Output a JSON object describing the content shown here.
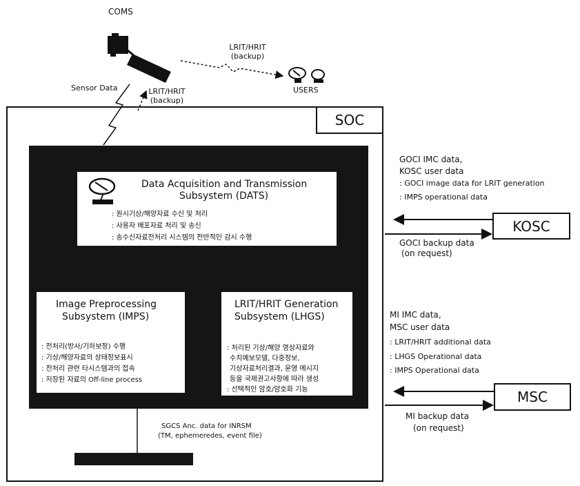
{
  "satellite": {
    "name": "COMS",
    "sensor_label": "Sensor Data",
    "uplink_label": [
      "LRIT/HRIT",
      "(backup)"
    ],
    "downlink_label": [
      "LRIT/HRIT",
      "(backup)"
    ]
  },
  "users_label": "USERS",
  "soc": {
    "label": "SOC"
  },
  "dats": {
    "title_line1": "Data Acquisition and Transmission",
    "title_line2": "Subsystem (DATS)",
    "bullets": [
      ": 원시기상/해양자료 수신 및 처리",
      ": 사용자 배포자료 처리 및 송신",
      ": 송수신자료전처리 시스템의 전반적인 감시 수행"
    ]
  },
  "imps": {
    "title_line1": "Image Preprocessing",
    "title_line2": "Subsystem (IMPS)",
    "bullets": [
      ": 전처리(방사/기하보정) 수행",
      ": 기상/해양자료의 상태정보표시",
      ": 전처리 관련 타시스템과의 접속",
      ": 저장된 자료의 Off-line process"
    ]
  },
  "lhgs": {
    "title_line1": "LRIT/HRIT Generation",
    "title_line2": "Subsystem (LHGS)",
    "bullets": [
      ": 처리된 기상/해양 영상자료와",
      "수치예보모델, 다중정보,",
      "기상자료처리결과, 운영 메시지",
      "등을 국제권고사항에 따라 생성",
      ": 선택적인 암호/암호화 기능"
    ]
  },
  "sgcs": {
    "line1": "SGCS Anc. data for INRSM",
    "line2": "(TM, ephemeredes, event file)"
  },
  "kosc": {
    "name": "KOSC",
    "in_lines": [
      "GOCI IMC data,",
      "KOSC user data",
      " : GOCI image data for LRIT generation",
      " : IMPS operational data"
    ],
    "out_lines": [
      "GOCI backup data",
      "(on request)"
    ]
  },
  "msc": {
    "name": "MSC",
    "in_lines": [
      "MI IMC data,",
      "MSC user data",
      " : LRIT/HRIT additional data",
      " : LHGS Operational data",
      " : IMPS Operational data"
    ],
    "out_lines": [
      "MI backup data",
      "(on request)"
    ]
  }
}
